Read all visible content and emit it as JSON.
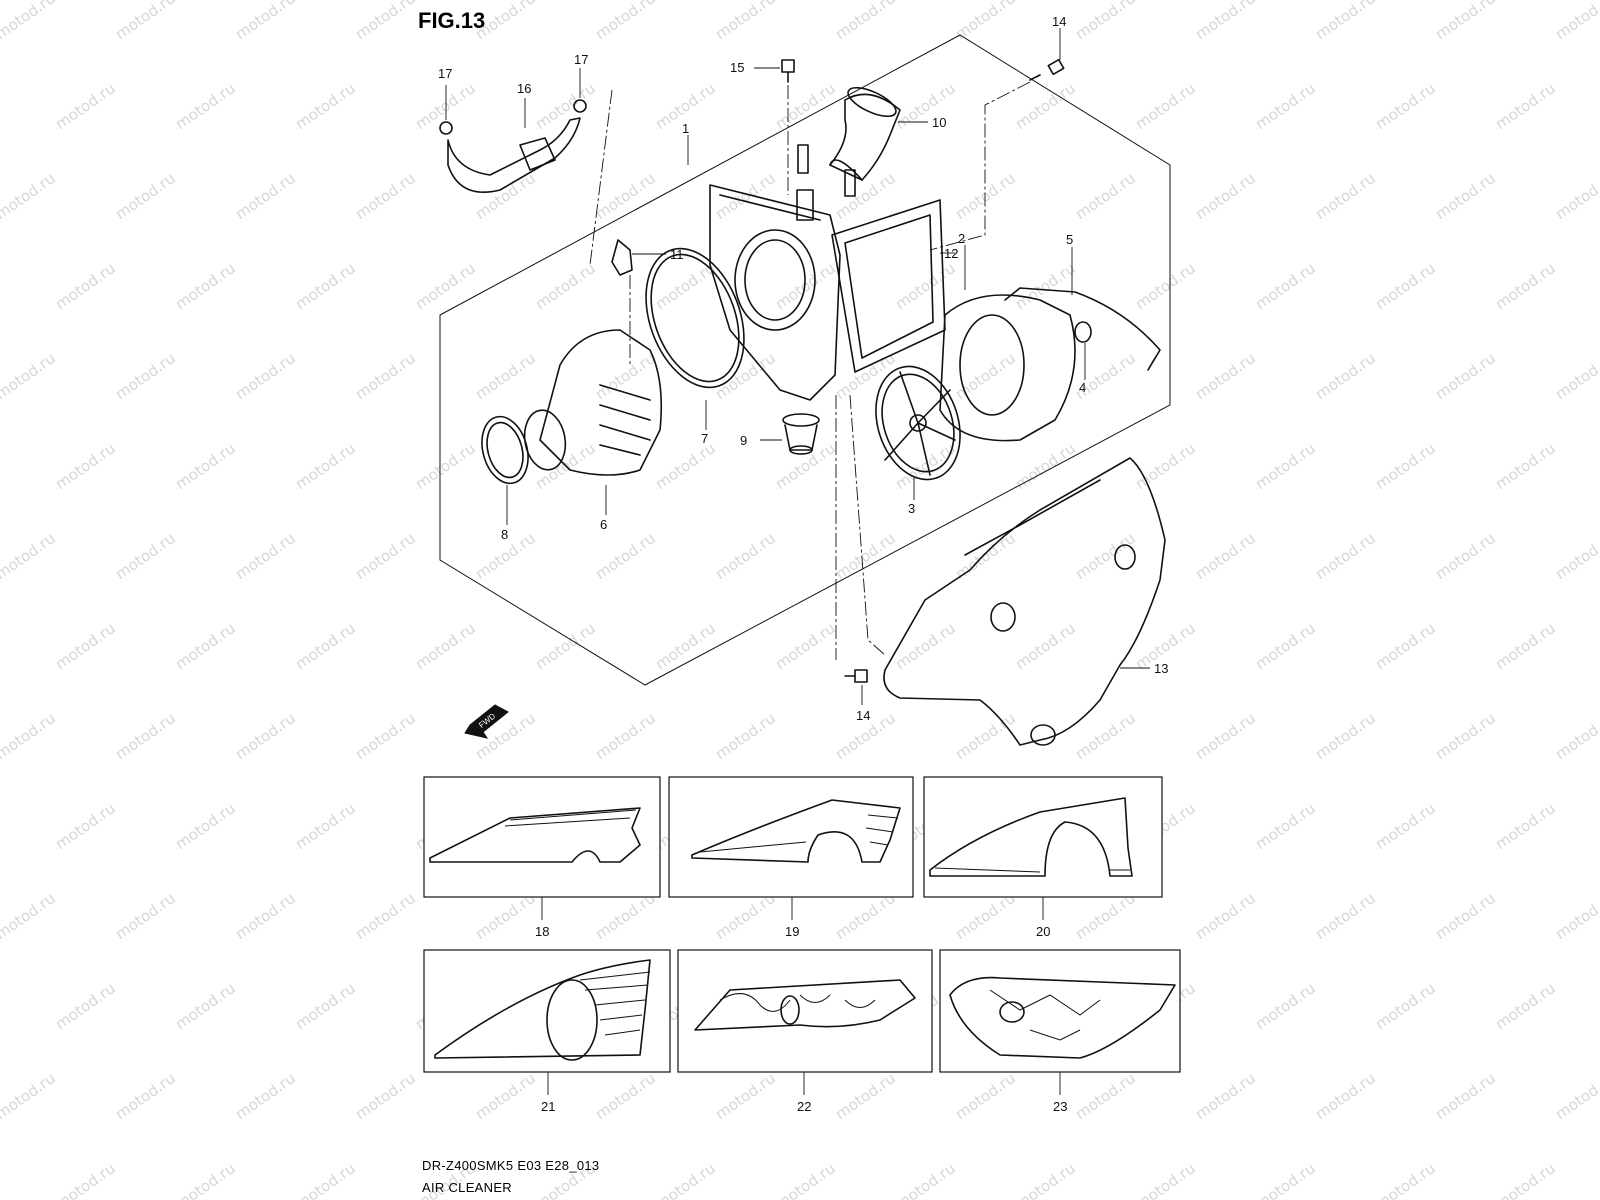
{
  "figure": {
    "title": "FIG.13",
    "model_code": "DR-Z400SMK5 E03 E28_013",
    "section_name": "AIR CLEANER",
    "watermark": "motod.ru",
    "fwd_label": "FWD"
  },
  "callouts": {
    "c1": "1",
    "c2": "2",
    "c3": "3",
    "c4": "4",
    "c5": "5",
    "c6": "6",
    "c7": "7",
    "c8": "8",
    "c9": "9",
    "c10": "10",
    "c11": "11",
    "c12": "12",
    "c13": "13",
    "c14a": "14",
    "c14b": "14",
    "c15": "15",
    "c16": "16",
    "c17a": "17",
    "c17b": "17",
    "p18": "18",
    "p19": "19",
    "p20": "20",
    "p21": "21",
    "p22": "22",
    "p23": "23"
  }
}
